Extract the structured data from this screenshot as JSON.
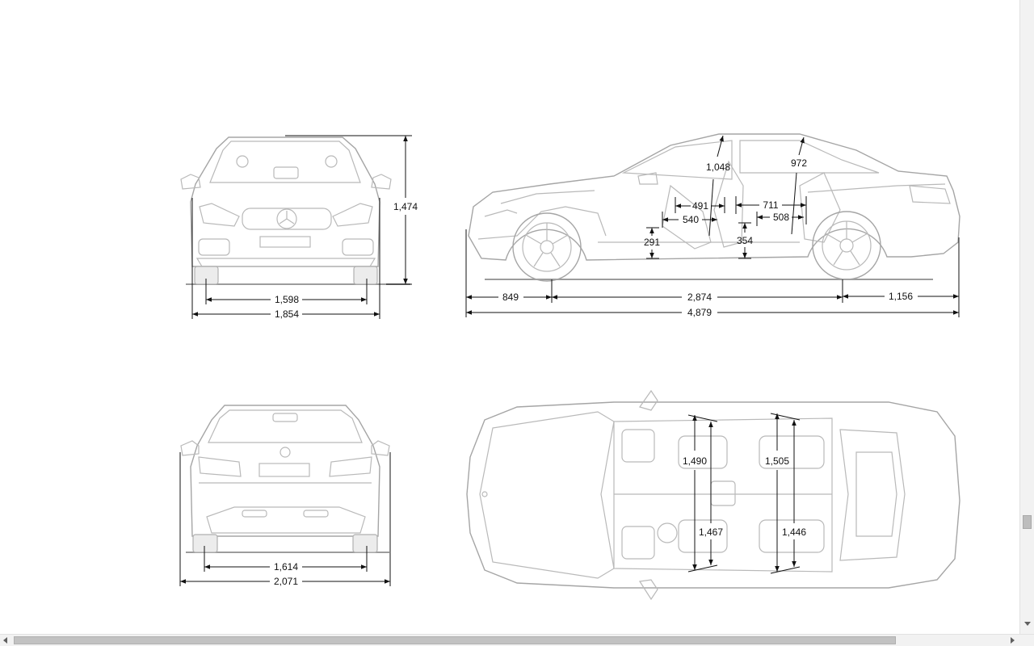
{
  "front_view": {
    "track": "1,598",
    "width": "1,854",
    "height": "1,474"
  },
  "side_view": {
    "front_overhang": "849",
    "wheelbase": "2,874",
    "rear_overhang": "1,156",
    "length": "4,879",
    "front_headroom": "1,048",
    "rear_headroom": "972",
    "front_seat_depth": "491",
    "front_leg_offset": "540",
    "front_seat_height": "291",
    "rear_legroom": "711",
    "rear_seat_depth": "508",
    "rear_seat_height": "354"
  },
  "rear_view": {
    "track": "1,614",
    "width_mirrors": "2,071"
  },
  "top_view": {
    "front_shoulder": "1,490",
    "front_elbow": "1,467",
    "rear_shoulder": "1,505",
    "rear_elbow": "1,446"
  },
  "colors": {
    "line": "#b9b9b9",
    "dimension": "#111111",
    "ground": "#9c9c9c"
  }
}
